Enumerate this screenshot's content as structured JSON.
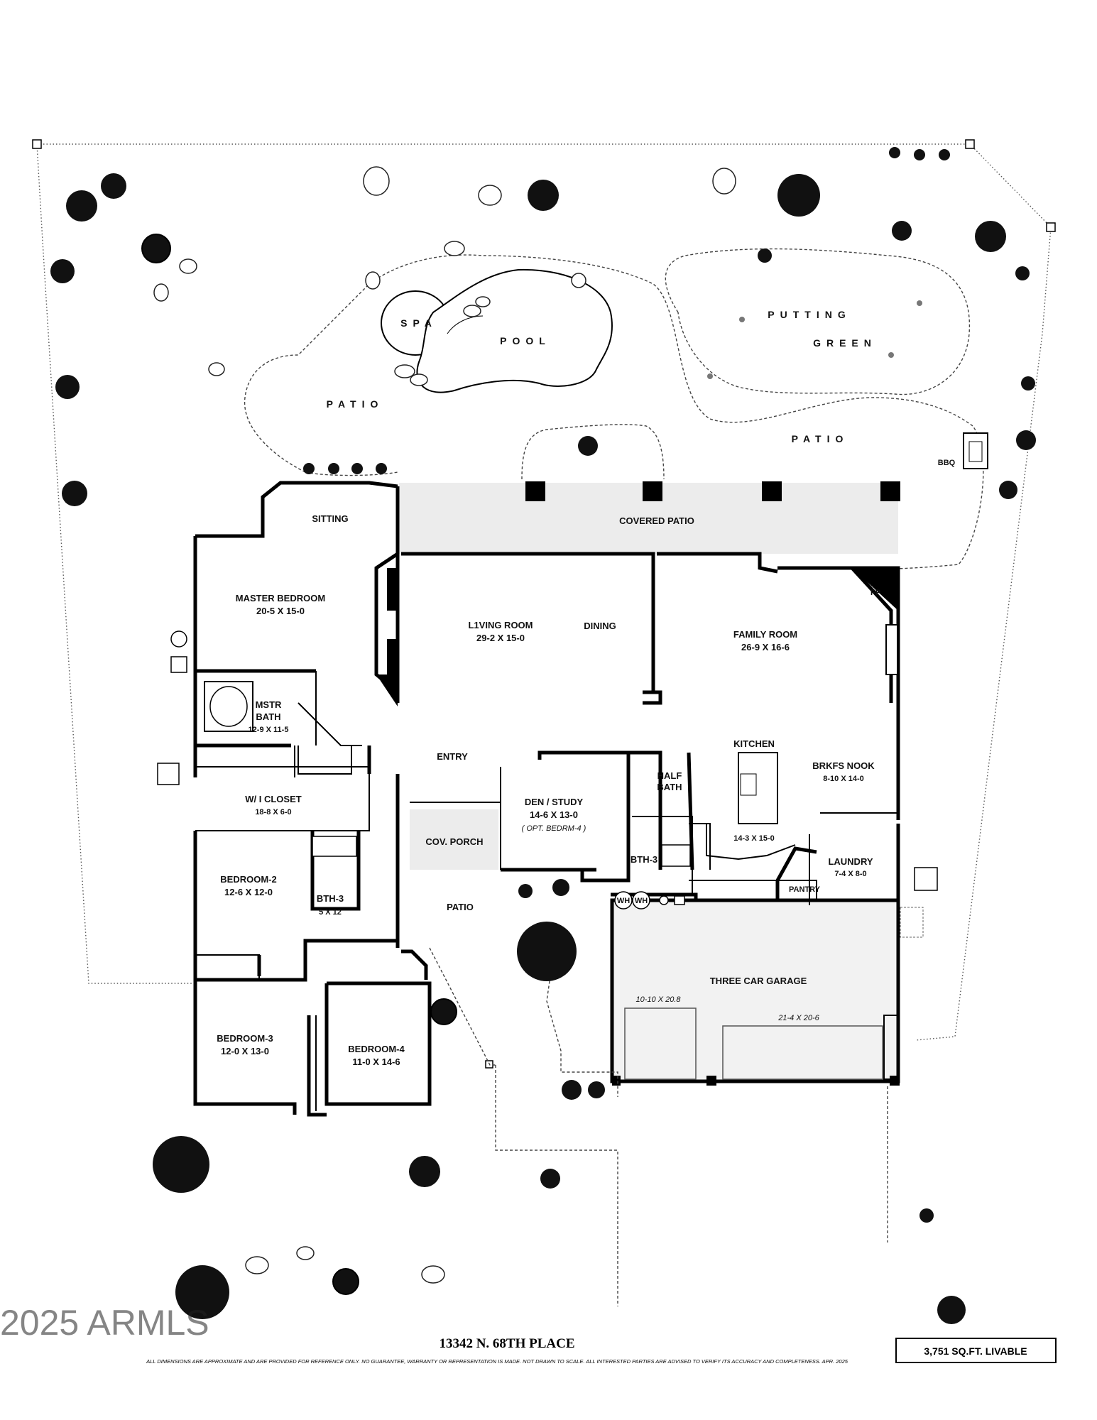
{
  "address": "13342 N. 68TH PLACE",
  "sqft": "3,751 SQ.FT. LIVABLE",
  "watermark": "2025 ARMLS",
  "disclaimer": "ALL DIMENSIONS ARE APPROXIMATE AND ARE PROVIDED FOR REFERENCE ONLY. NO GUARANTEE, WARRANTY OR REPRESENTATION IS MADE. NOT DRAWN TO SCALE. ALL INTERESTED PARTIES ARE ADVISED TO VERIFY ITS ACCURACY AND COMPLETENESS. APR. 2025",
  "outdoor": {
    "spa": "SPA",
    "pool": "POOL",
    "putting": "PUTTING",
    "green": "GREEN",
    "patio_left": "PATIO",
    "patio_right": "PATIO",
    "bbq": "BBQ",
    "covered_patio": "COVERED PATIO",
    "patio_front": "PATIO",
    "cov_porch": "COV. PORCH"
  },
  "rooms": {
    "sitting": "SITTING",
    "master_bedroom": {
      "name": "MASTER BEDROOM",
      "dims": "20-5  X  15-0"
    },
    "mstr_bath": {
      "line1": "MSTR",
      "line2": "BATH",
      "dims": "12-9 X 11-5"
    },
    "wi_closet": {
      "name": "W/ I CLOSET",
      "dims": "18-8  X  6-0"
    },
    "living_room": {
      "name": "L1VING ROOM",
      "dims": "29-2  X  15-0"
    },
    "dining": "DINING",
    "family_room": {
      "name": "FAMILY ROOM",
      "dims": "26-9  X  16-6"
    },
    "fp": "FP",
    "kitchen": {
      "name": "KITCHEN",
      "dims": "14-3 X 15-0"
    },
    "brkfs_nook": {
      "name": "BRKFS NOOK",
      "dims": "8-10  X  14-0"
    },
    "entry": "ENTRY",
    "den_study": {
      "name": "DEN / STUDY",
      "dims": "14-6  X  13-0",
      "note": "( OPT. BEDRM-4 )"
    },
    "half_bath": {
      "line1": "HALF",
      "line2": "BATH"
    },
    "bth3_center": "BTH-3",
    "wh1": "WH",
    "wh2": "WH",
    "laundry": {
      "name": "LAUNDRY",
      "dims": "7-4 X 8-0"
    },
    "pantry": "PANTRY",
    "bedroom2": {
      "name": "BEDROOM-2",
      "dims": "12-6  X  12-0"
    },
    "bth3_left": {
      "name": "BTH-3",
      "dims": "5 X 12"
    },
    "bedroom3": {
      "name": "BEDROOM-3",
      "dims": "12-0  X  13-0"
    },
    "bedroom4": {
      "name": "BEDROOM-4",
      "dims": "11-0  X  14-6"
    },
    "garage": {
      "name": "THREE CAR GARAGE",
      "bay1": "10-10 X 20.8",
      "bay2": "21-4  X  20-6"
    }
  }
}
